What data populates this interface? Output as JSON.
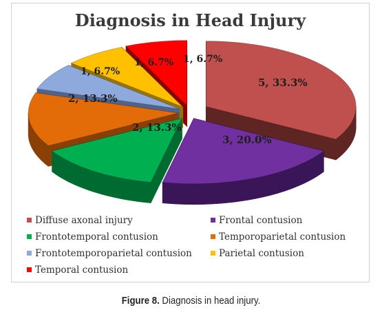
{
  "chart_data": {
    "type": "pie",
    "title": "Diagnosis in Head Injury",
    "slices": [
      {
        "name": "Diffuse axonal injury",
        "value": 5,
        "percent": 33.3,
        "label": "5, 33.3%",
        "color": "#c0504d",
        "side": "#5e2523",
        "label_color": "#1e1e1e"
      },
      {
        "name": "Frontal contusion",
        "value": 3,
        "percent": 20.0,
        "label": "3, 20.0%",
        "color": "#7030a0",
        "side": "#3a1658",
        "label_color": "#1e1e1e"
      },
      {
        "name": "Frontotemporal contusion",
        "value": 2,
        "percent": 13.3,
        "label": "2, 13.3%",
        "color": "#00b050",
        "side": "#006b30",
        "label_color": "#1e1e1e"
      },
      {
        "name": "Temporoparietal contusion",
        "value": 2,
        "percent": 13.3,
        "label": "2, 13.3%",
        "color": "#e36c09",
        "side": "#8a4005",
        "label_color": "#1e1e1e"
      },
      {
        "name": "Frontotemporoparietal contusion",
        "value": 1,
        "percent": 6.7,
        "label": "1, 6.7%",
        "color": "#8ea9db",
        "side": "#4f6590",
        "label_color": "#1e1e1e"
      },
      {
        "name": "Parietal contusion",
        "value": 1,
        "percent": 6.7,
        "label": "1, 6.7%",
        "color": "#ffc000",
        "side": "#9a7400",
        "label_color": "#1e1e1e"
      },
      {
        "name": "Temporal contusion",
        "value": 1,
        "percent": 6.7,
        "label": "1, 6.7%",
        "color": "#ff0000",
        "side": "#8a0000",
        "label_color": "#1e1e1e"
      }
    ],
    "legend_position": "bottom",
    "exploded": true,
    "style": "3d"
  },
  "caption": {
    "prefix": "Figure 8.",
    "text": "Diagnosis in head injury."
  }
}
